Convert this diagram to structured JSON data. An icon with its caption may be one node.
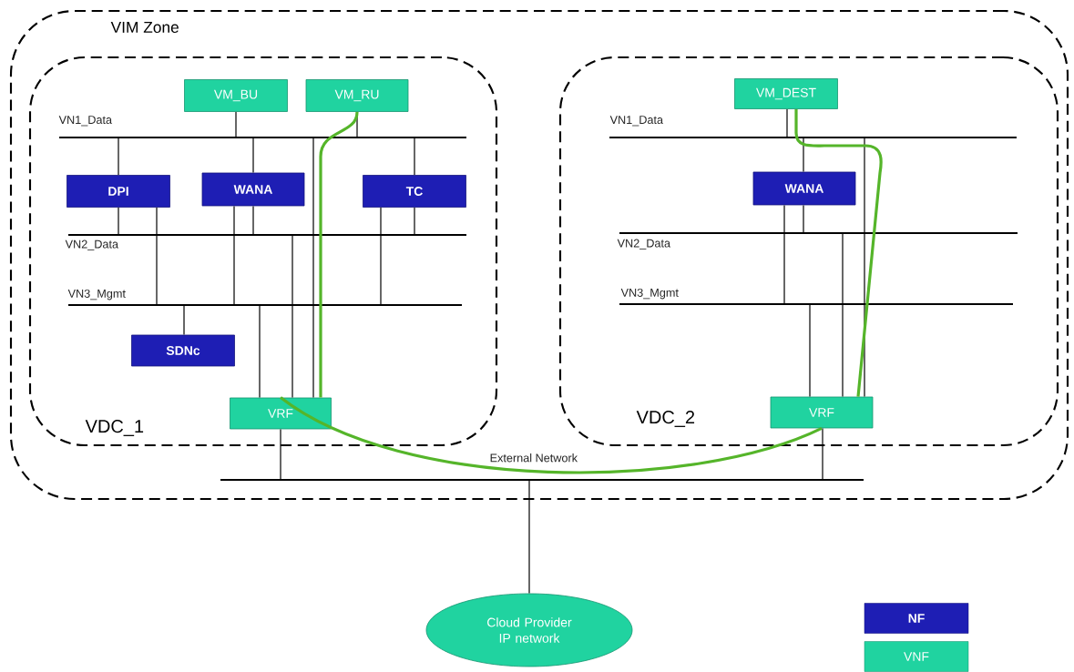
{
  "diagram": {
    "nodes": [
      {
        "text": [
          "VIM Zone"
        ]
      },
      {
        "text": [
          "VDC_1"
        ],
        "in": 0
      },
      {
        "text": [
          "VDC_2"
        ],
        "in": 0
      },
      {
        "text": [
          "VM_BU"
        ],
        "in": 1
      },
      {
        "text": [
          "VM_RU"
        ],
        "in": 1
      },
      {
        "text": [
          "DPI"
        ],
        "in": 1
      },
      {
        "text": [
          "WANA"
        ],
        "in": 1
      },
      {
        "text": [
          "TC"
        ],
        "in": 1
      },
      {
        "text": [
          "SDNc"
        ],
        "in": 1
      },
      {
        "text": [
          "VRF"
        ],
        "in": 1
      },
      {
        "text": [
          "VM_DEST"
        ],
        "in": 2
      },
      {
        "text": [
          "WANA"
        ],
        "in": 2
      },
      {
        "text": [
          "VRF"
        ],
        "in": 2
      },
      {
        "text": [
          "Cloud Provider IP network"
        ]
      },
      {
        "text": [
          "VN1_Data"
        ],
        "in": 1
      },
      {
        "text": [
          "VN2_Data"
        ],
        "in": 1
      },
      {
        "text": [
          "VN3_Mgmt"
        ],
        "in": 1
      },
      {
        "text": [
          "VN1_Data"
        ],
        "in": 2
      },
      {
        "text": [
          "VN2_Data"
        ],
        "in": 2
      },
      {
        "text": [
          "VN3_Mgmt"
        ],
        "in": 2
      },
      {
        "text": [
          "External Network"
        ],
        "in": 0
      }
    ],
    "edges": [
      {
        "from": 3,
        "to": 14,
        "arrow": "none"
      },
      {
        "from": 4,
        "to": 14,
        "arrow": "none"
      },
      {
        "from": 5,
        "to": 14,
        "arrow": "none"
      },
      {
        "from": 5,
        "to": 15,
        "arrow": "none"
      },
      {
        "from": 5,
        "to": 16,
        "arrow": "none"
      },
      {
        "from": 6,
        "to": 14,
        "arrow": "none"
      },
      {
        "from": 6,
        "to": 15,
        "arrow": "none"
      },
      {
        "from": 6,
        "to": 16,
        "arrow": "none"
      },
      {
        "from": 7,
        "to": 14,
        "arrow": "none"
      },
      {
        "from": 7,
        "to": 15,
        "arrow": "none"
      },
      {
        "from": 7,
        "to": 16,
        "arrow": "none"
      },
      {
        "from": 8,
        "to": 16,
        "arrow": "none"
      },
      {
        "from": 9,
        "to": 16,
        "arrow": "none"
      },
      {
        "from": 9,
        "to": 15,
        "arrow": "none"
      },
      {
        "from": 9,
        "to": 14,
        "arrow": "none"
      },
      {
        "from": 10,
        "to": 17,
        "arrow": "none"
      },
      {
        "from": 11,
        "to": 17,
        "arrow": "none"
      },
      {
        "from": 11,
        "to": 18,
        "arrow": "none"
      },
      {
        "from": 11,
        "to": 19,
        "arrow": "none"
      },
      {
        "from": 12,
        "to": 19,
        "arrow": "none"
      },
      {
        "from": 12,
        "to": 18,
        "arrow": "none"
      },
      {
        "from": 12,
        "to": 17,
        "arrow": "none"
      },
      {
        "from": 9,
        "to": 20,
        "arrow": "none"
      },
      {
        "from": 12,
        "to": 20,
        "arrow": "none"
      },
      {
        "from": 20,
        "to": 13,
        "arrow": "none"
      },
      {
        "from": 4,
        "to": 9,
        "arrow": "none",
        "style": "thick",
        "color": "#55b52a"
      },
      {
        "from": 10,
        "to": 12,
        "arrow": "none",
        "style": "thick",
        "color": "#55b52a"
      },
      {
        "from": 9,
        "to": 12,
        "arrow": "none",
        "style": "thick",
        "color": "#55b52a"
      }
    ],
    "legend": [
      {
        "text": "NF",
        "color": "#1e1eb4"
      },
      {
        "text": "VNF",
        "color": "#20d3a0"
      }
    ]
  }
}
